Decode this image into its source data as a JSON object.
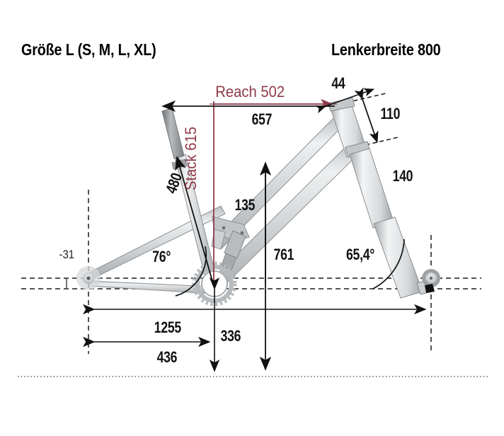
{
  "header": {
    "size_label": "Größe L (S, M, L, XL)",
    "handlebar_label": "Lenkerbreite 800"
  },
  "colors": {
    "accent_red": "#8e3a48",
    "frame_light": "#e9ebec",
    "frame_mid": "#c9ccce",
    "frame_dark": "#9ea2a5",
    "line_black": "#111111",
    "ground_dot": "#555555"
  },
  "chart_data": {
    "type": "diagram",
    "title": "Größe L (S, M, L, XL)",
    "subtitle": "Lenkerbreite 800",
    "units": "mm / degrees",
    "measurements": [
      {
        "key": "reach",
        "label": "Reach 502",
        "value": 502,
        "unit": "mm",
        "color": "#8e3a48"
      },
      {
        "key": "stack",
        "label": "Stack 615",
        "value": 615,
        "unit": "mm",
        "color": "#8e3a48"
      },
      {
        "key": "toptube",
        "label": "657",
        "value": 657,
        "unit": "mm",
        "color": "#111111"
      },
      {
        "key": "fork_offset",
        "label": "44",
        "value": 44,
        "unit": "mm",
        "color": "#111111"
      },
      {
        "key": "headtube",
        "label": "110",
        "value": 110,
        "unit": "mm",
        "color": "#111111"
      },
      {
        "key": "fork_travel",
        "label": "140",
        "value": 140,
        "unit": "mm",
        "color": "#111111"
      },
      {
        "key": "seattube",
        "label": "480",
        "value": 480,
        "unit": "mm",
        "color": "#111111"
      },
      {
        "key": "rear_travel",
        "label": "135",
        "value": 135,
        "unit": "mm",
        "color": "#111111"
      },
      {
        "key": "standover",
        "label": "761",
        "value": 761,
        "unit": "mm",
        "color": "#111111"
      },
      {
        "key": "seat_angle",
        "label": "76°",
        "value": 76,
        "unit": "deg",
        "color": "#111111"
      },
      {
        "key": "head_angle",
        "label": "65,4°",
        "value": 65.4,
        "unit": "deg",
        "color": "#111111"
      },
      {
        "key": "wheelbase",
        "label": "1255",
        "value": 1255,
        "unit": "mm",
        "color": "#111111"
      },
      {
        "key": "chainstay",
        "label": "436",
        "value": 436,
        "unit": "mm",
        "color": "#111111"
      },
      {
        "key": "bb_height",
        "label": "336",
        "value": 336,
        "unit": "mm",
        "color": "#111111"
      },
      {
        "key": "bb_drop",
        "label": "-31",
        "value": -31,
        "unit": "mm",
        "color": "#222222"
      },
      {
        "key": "handlebar",
        "label": "800",
        "value": 800,
        "unit": "mm",
        "color": "#111111"
      }
    ]
  },
  "labels": {
    "reach": "Reach 502",
    "stack": "Stack 615",
    "toptube": "657",
    "fork_offset": "44",
    "headtube": "110",
    "fork_travel": "140",
    "seattube": "480",
    "rear_travel": "135",
    "standover": "761",
    "seat_angle": "76°",
    "head_angle": "65,4°",
    "wheelbase": "1255",
    "chainstay": "436",
    "bb_height": "336",
    "bb_drop": "-31"
  }
}
